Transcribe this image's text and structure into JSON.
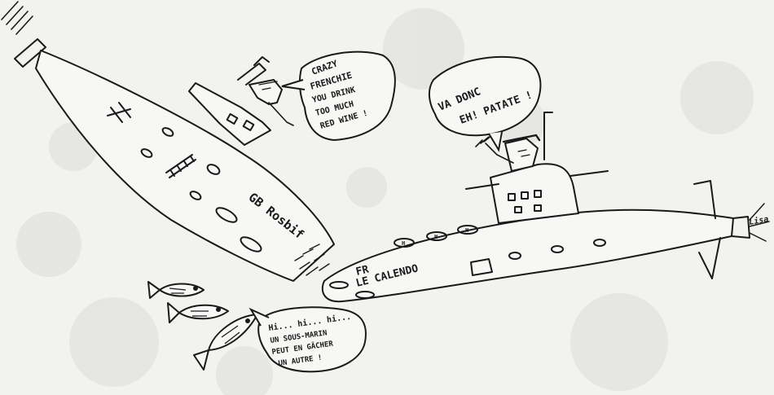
{
  "bubbles": {
    "british": {
      "lines": [
        "CRAZY",
        "FRENCHIE",
        "YOU DRINK",
        "TOO MUCH",
        "RED WINE !"
      ]
    },
    "french": {
      "lines": [
        "VA DONC",
        "EH! PATATE !"
      ]
    },
    "fish": {
      "lines": [
        "Hi... hi... hi...",
        "UN SOUS-MARIN",
        "PEUT EN GÂCHER",
        "UN AUTRE !"
      ]
    }
  },
  "submarines": {
    "british": {
      "label": "GB Rosbif"
    },
    "french": {
      "label_line1": "FR",
      "label_line2": "LE CALENDO",
      "hatch_letter": "H"
    }
  },
  "signature": "Lisa",
  "colors": {
    "ink": "#1a1a1a",
    "paper": "#f2f2ef",
    "speckle": "#d8d8d4"
  }
}
